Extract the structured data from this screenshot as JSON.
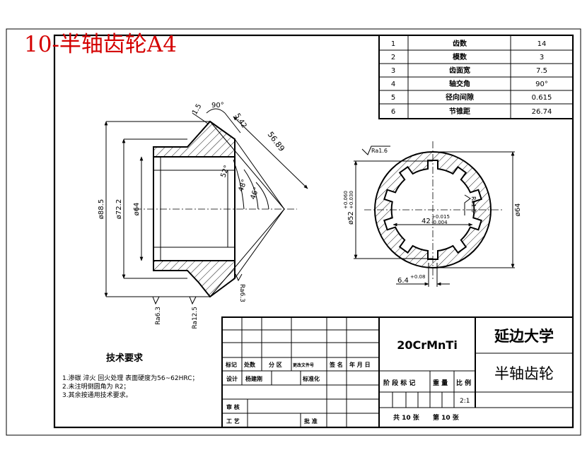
{
  "drawing_title": "10-半轴齿轮A4",
  "params_table": [
    {
      "no": "1",
      "name": "齿数",
      "value": "14"
    },
    {
      "no": "2",
      "name": "模数",
      "value": "3"
    },
    {
      "no": "3",
      "name": "齿面宽",
      "value": "7.5"
    },
    {
      "no": "4",
      "name": "轴交角",
      "value": "90°"
    },
    {
      "no": "5",
      "name": "径向间隙",
      "value": "0.615"
    },
    {
      "no": "6",
      "name": "节锥距",
      "value": "26.74"
    }
  ],
  "dimensions": {
    "chamfer_top": "1.5",
    "angle_90": "90°",
    "tooth_depth": "5.42",
    "cone_distance": "56.89",
    "angle_52": "52°",
    "angle_48": "48°",
    "angle_46": "46°",
    "dia_88": "ø88.5",
    "dia_72": "ø72.2",
    "dia_64": "ø64",
    "rough_bottom": "Ra6.3",
    "rough_r125": "Ra12.5",
    "rough_right": "Ra6.3",
    "rough_ra16_top": "Ra1.6",
    "rough_ra16_right": "Ra1.6",
    "spline_outer": "ø64",
    "spline_inner": "ø52",
    "spline_inner_tol_up": "+0.060",
    "spline_inner_tol_low": "+0.030",
    "spline_dim_42": "42",
    "spline_42_tol_up": "+0.015",
    "spline_42_tol_low": "-0.004",
    "key_width": "6.4",
    "key_tol": "+0.08"
  },
  "tech_req": {
    "heading": "技术要求",
    "items": [
      "1.渗碳 淬火 回火处理 表面硬度为56~62HRC；",
      "2.未注明倒圆角为 R2；",
      "3.其余按通用技术要求。"
    ]
  },
  "title_block": {
    "material": "20CrMnTi",
    "university": "延边大学",
    "part_name": "半轴齿轮",
    "rev_labels": [
      "标记",
      "处数",
      "分 区",
      "更改文件号",
      "签 名",
      "年 月 日"
    ],
    "design": "设计",
    "designer": "杨建刚",
    "standardize": "标准化",
    "review": "审 核",
    "process": "工 艺",
    "approve": "批 准",
    "stage": "阶 段 标 记",
    "weight": "重 量",
    "scale_label": "比 例",
    "scale": "2:1",
    "sheets": "共 10 张",
    "sheet_no": "第 10 张"
  }
}
